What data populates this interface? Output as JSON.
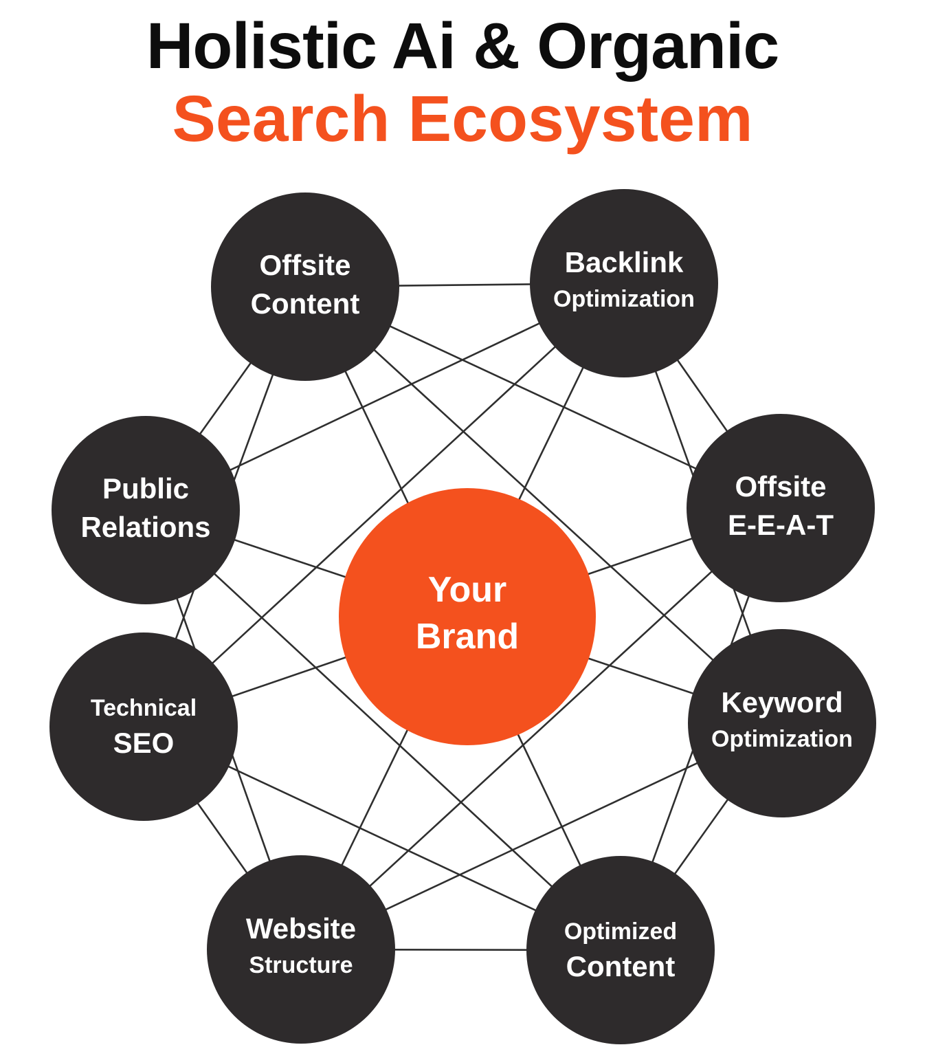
{
  "title": {
    "line1": "Holistic Ai & Organic",
    "line2": "Search Ecosystem"
  },
  "center": {
    "id": "your-brand",
    "line1": "Your",
    "line2": "Brand"
  },
  "nodes": [
    {
      "id": "oc",
      "name": "offsite-content",
      "line1": "Offsite",
      "line2": "Content",
      "size1": "lg",
      "size2": "lg"
    },
    {
      "id": "bo",
      "name": "backlink-optimization",
      "line1": "Backlink",
      "line2": "Optimization",
      "size1": "lg",
      "size2": "md"
    },
    {
      "id": "oe",
      "name": "offsite-eeat",
      "line1": "Offsite",
      "line2": "E-E-A-T",
      "size1": "lg",
      "size2": "lg"
    },
    {
      "id": "ko",
      "name": "keyword-optimization",
      "line1": "Keyword",
      "line2": "Optimization",
      "size1": "lg",
      "size2": "md"
    },
    {
      "id": "opc",
      "name": "optimized-content",
      "line1": "Optimized",
      "line2": "Content",
      "size1": "md",
      "size2": "lg"
    },
    {
      "id": "ws",
      "name": "website-structure",
      "line1": "Website",
      "line2": "Structure",
      "size1": "lg",
      "size2": "md"
    },
    {
      "id": "ts",
      "name": "technical-seo",
      "line1": "Technical",
      "line2": "SEO",
      "size1": "md",
      "size2": "lg"
    },
    {
      "id": "pr",
      "name": "public-relations",
      "line1": "Public",
      "line2": "Relations",
      "size1": "lg",
      "size2": "lg"
    }
  ],
  "connections": [
    [
      "oc",
      "bo"
    ],
    [
      "bo",
      "oe"
    ],
    [
      "ko",
      "opc"
    ],
    [
      "opc",
      "ws"
    ],
    [
      "ws",
      "ts"
    ],
    [
      "pr",
      "oc"
    ],
    [
      "oc",
      "oe"
    ],
    [
      "bo",
      "ko"
    ],
    [
      "oe",
      "opc"
    ],
    [
      "ko",
      "ws"
    ],
    [
      "opc",
      "ts"
    ],
    [
      "ws",
      "pr"
    ],
    [
      "oc",
      "ts"
    ],
    [
      "bo",
      "pr"
    ],
    [
      "oc",
      "ko"
    ],
    [
      "bo",
      "ts"
    ],
    [
      "oe",
      "ws"
    ],
    [
      "opc",
      "pr"
    ],
    [
      "oc",
      "opc"
    ],
    [
      "bo",
      "ws"
    ],
    [
      "oe",
      "ts"
    ],
    [
      "ko",
      "pr"
    ]
  ],
  "colors": {
    "accent_orange": "#F4511E",
    "node_dark": "#2E2B2C",
    "connector_line": "#2F2F2F",
    "title_black": "#0D0D0D"
  }
}
